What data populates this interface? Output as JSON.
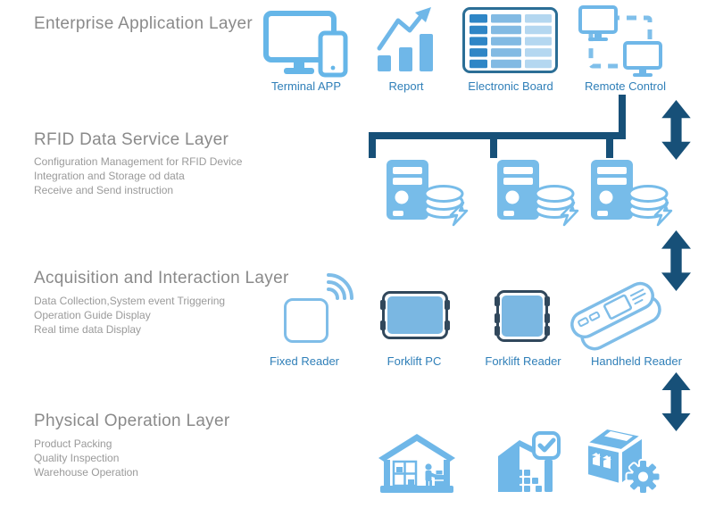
{
  "diagram_title": "RFID system architecture layers",
  "colors": {
    "icon_blue": "#6FB7E8",
    "icon_outline_blue": "#7FBDE8",
    "label_blue": "#2F7FB8",
    "heading_gray": "#8A8A8A",
    "body_gray": "#9A9A9A",
    "connector_navy": "#175078",
    "board_border": "#2B6E96",
    "board_cell_dark": "#2F86C6",
    "board_cell_mid": "#82BAE3",
    "board_cell_light": "#B4D7F0",
    "device_frame_dark": "#31485C"
  },
  "layers": [
    {
      "title": "Enterprise Application Layer",
      "bullets": [],
      "items": [
        {
          "label": "Terminal APP",
          "icon": "terminal-app-icon"
        },
        {
          "label": "Report",
          "icon": "report-icon"
        },
        {
          "label": "Electronic Board",
          "icon": "electronic-board-icon"
        },
        {
          "label": "Remote Control",
          "icon": "remote-control-icon"
        }
      ]
    },
    {
      "title": "RFID Data Service Layer",
      "bullets": [
        "Configuration Management for RFID Device",
        "Integration and Storage od data",
        "Receive and Send instruction"
      ],
      "items": [
        {
          "label": "",
          "icon": "server-database-icon"
        },
        {
          "label": "",
          "icon": "server-database-icon"
        },
        {
          "label": "",
          "icon": "server-database-icon"
        }
      ]
    },
    {
      "title": "Acquisition and Interaction Layer",
      "bullets": [
        "Data Collection,System event Triggering",
        "Operation Guide Display",
        "Real time data Display"
      ],
      "items": [
        {
          "label": "Fixed Reader",
          "icon": "fixed-reader-icon"
        },
        {
          "label": "Forklift PC",
          "icon": "forklift-pc-icon"
        },
        {
          "label": "Forklift Reader",
          "icon": "forklift-reader-icon"
        },
        {
          "label": "Handheld Reader",
          "icon": "handheld-reader-icon"
        }
      ]
    },
    {
      "title": "Physical Operation Layer",
      "bullets": [
        "Product Packing",
        "Quality Inspection",
        "Warehouse Operation"
      ],
      "items": [
        {
          "label": "",
          "icon": "warehouse-icon"
        },
        {
          "label": "",
          "icon": "quality-check-icon"
        },
        {
          "label": "",
          "icon": "package-gear-icon"
        }
      ]
    }
  ]
}
